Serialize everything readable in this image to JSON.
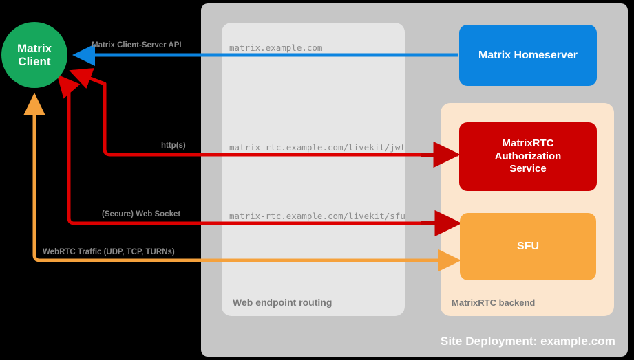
{
  "diagram": {
    "title": "MatrixRTC deployment architecture",
    "site": {
      "label": "Site Deployment: example.com",
      "color": "#c6c6c6"
    },
    "groups": [
      {
        "name": "web-endpoint-routing",
        "label": "Web endpoint routing",
        "color": "#e6e6e6"
      },
      {
        "name": "matrixrtc-backend",
        "label": "MatrixRTC backend",
        "color": "#fce6ce"
      }
    ],
    "nodes": {
      "client": {
        "label_line1": "Matrix",
        "label_line2": "Client",
        "color": "#16a75c"
      },
      "homeserver": {
        "label": "Matrix Homeserver",
        "color": "#0b84e0"
      },
      "auth": {
        "label_line1": "MatrixRTC",
        "label_line2": "Authorization",
        "label_line3": "Service",
        "color": "#cc0000"
      },
      "sfu": {
        "label": "SFU",
        "color": "#f9a83f"
      }
    },
    "connections": [
      {
        "name": "matrix-client-server-api",
        "protocol": "Matrix Client-Server API",
        "endpoint": "matrix.example.com",
        "color": "#0b84e0",
        "from": "homeserver",
        "to": "client"
      },
      {
        "name": "livekit-jwt",
        "protocol": "http(s)",
        "endpoint": "matrix-rtc.example.com/livekit/jwt",
        "color": "#dd0000",
        "from": "auth",
        "to": "client"
      },
      {
        "name": "livekit-sfu-websocket",
        "protocol": "(Secure) Web Socket",
        "endpoint": "matrix-rtc.example.com/livekit/sfu",
        "color": "#dd0000",
        "from": "sfu",
        "to": "client"
      },
      {
        "name": "webrtc-traffic",
        "protocol": "WebRTC Traffic (UDP, TCP, TURNs)",
        "endpoint": "",
        "color": "#f5a13c",
        "from": "sfu",
        "to": "client"
      }
    ]
  }
}
